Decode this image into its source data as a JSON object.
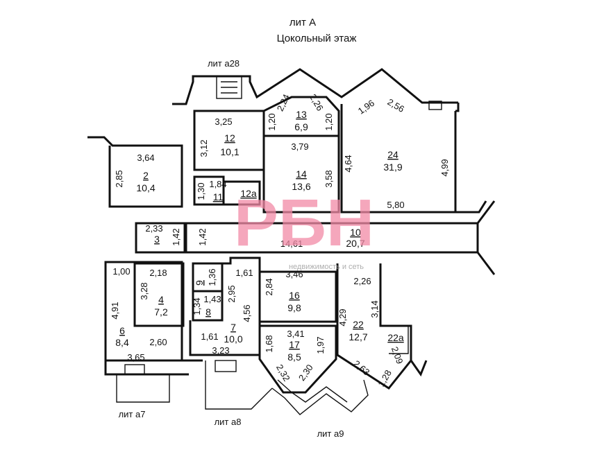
{
  "header": {
    "lit": "лит А",
    "floor": "Цокольный этаж"
  },
  "annexes": {
    "a28": "лит а28",
    "a7": "лит а7",
    "a8": "лит а8",
    "a9": "лит а9"
  },
  "watermark": {
    "logo": "РБН",
    "caption": "недвижимость и сеть"
  },
  "rooms": {
    "r2": {
      "num": "2",
      "area": "10,4"
    },
    "r3": {
      "num": "3"
    },
    "r4": {
      "num": "4",
      "area": "7,2"
    },
    "r6": {
      "num": "6",
      "area": "8,4"
    },
    "r7": {
      "num": "7",
      "area": "10,0"
    },
    "r8": {
      "num": "8"
    },
    "r9": {
      "num": "9"
    },
    "r10": {
      "num": "10",
      "area": "20,7"
    },
    "r11": {
      "num": "11"
    },
    "r12": {
      "num": "12",
      "area": "10,1"
    },
    "r12a": {
      "num": "12a"
    },
    "r13": {
      "num": "13",
      "area": "6,9"
    },
    "r14": {
      "num": "14",
      "area": "13,6"
    },
    "r16": {
      "num": "16",
      "area": "9,8"
    },
    "r17": {
      "num": "17",
      "area": "8,5"
    },
    "r22": {
      "num": "22",
      "area": "12,7"
    },
    "r22a": {
      "num": "22a"
    },
    "r24": {
      "num": "24",
      "area": "31,9"
    }
  },
  "dims": {
    "d364": "3,64",
    "d285": "2,85",
    "d325": "3,25",
    "d312": "3,12",
    "d120a": "1,20",
    "d224": "2,24",
    "d226": "2,26",
    "d120b": "1,20",
    "d196": "1,96",
    "d256": "2,56",
    "d464": "4,64",
    "d499": "4,99",
    "d580": "5,80",
    "d379": "3,79",
    "d358": "3,58",
    "d184": "1,84",
    "d130": "1,30",
    "d233": "2,33",
    "d142a": "1,42",
    "d142b": "1,42",
    "d1461": "14,61",
    "d100": "1,00",
    "d218": "2,18",
    "d328": "3,28",
    "d491": "4,91",
    "d260": "2,60",
    "d365": "3,65",
    "d136": "1,36",
    "d143": "1,43",
    "d134": "1,34",
    "d161a": "1,61",
    "d295": "2,95",
    "d456": "4,56",
    "d161b": "1,61",
    "d323": "3,23",
    "d346": "3,46",
    "d284": "2,84",
    "d341": "3,41",
    "d168": "1,68",
    "d197": "1,97",
    "d230": "2,30",
    "d232": "2,32",
    "d226b": "2,26",
    "d429": "4,29",
    "d314": "3,14",
    "d209": "2,09",
    "d263": "2,63",
    "d128": "1,28"
  }
}
